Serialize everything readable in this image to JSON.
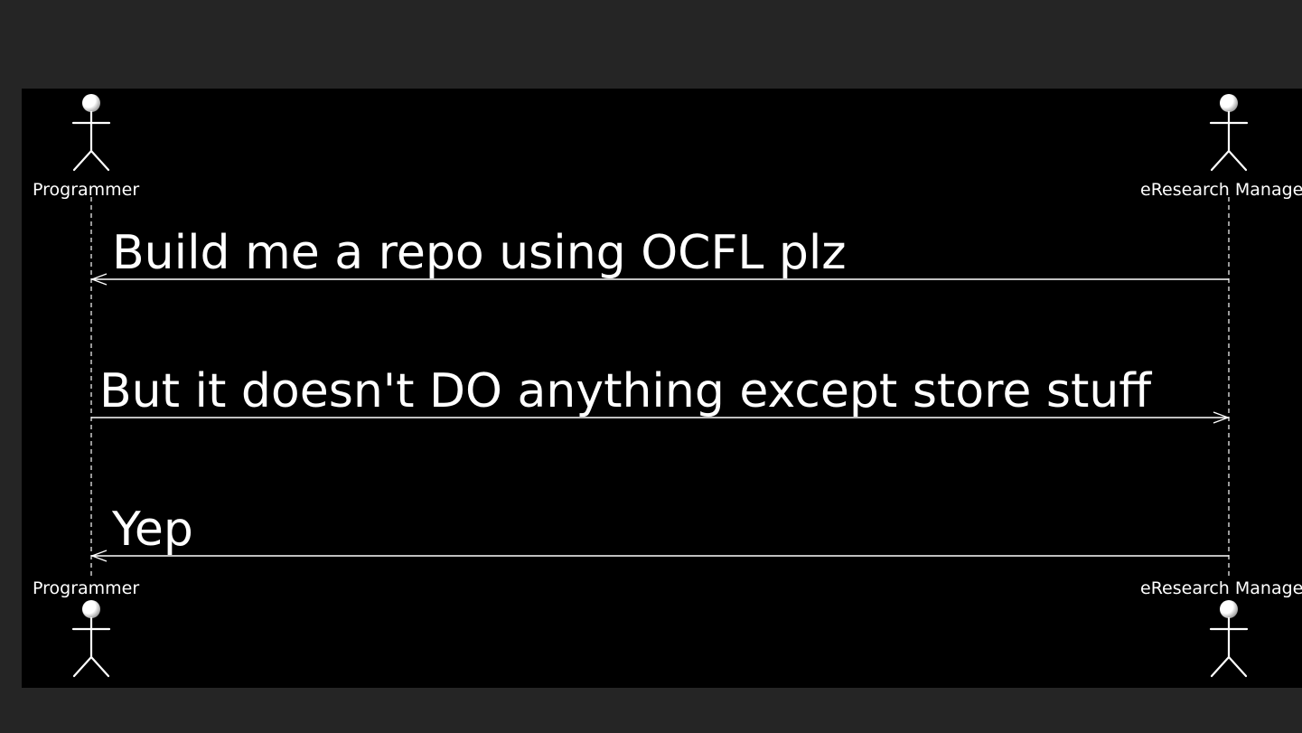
{
  "diagram": {
    "type": "sequence",
    "participants": [
      {
        "id": "programmer",
        "name": "Programmer",
        "kind": "actor"
      },
      {
        "id": "eresearch",
        "name": "eResearch Manager",
        "kind": "actor"
      }
    ],
    "messages": [
      {
        "from": "eresearch",
        "to": "programmer",
        "text": "Build me a repo using OCFL plz"
      },
      {
        "from": "programmer",
        "to": "eresearch",
        "text": "But it doesn't DO anything except store stuff"
      },
      {
        "from": "eresearch",
        "to": "programmer",
        "text": "Yep"
      }
    ]
  },
  "colors": {
    "page_background": "#252525",
    "diagram_background": "#000000",
    "foreground": "#ffffff"
  }
}
